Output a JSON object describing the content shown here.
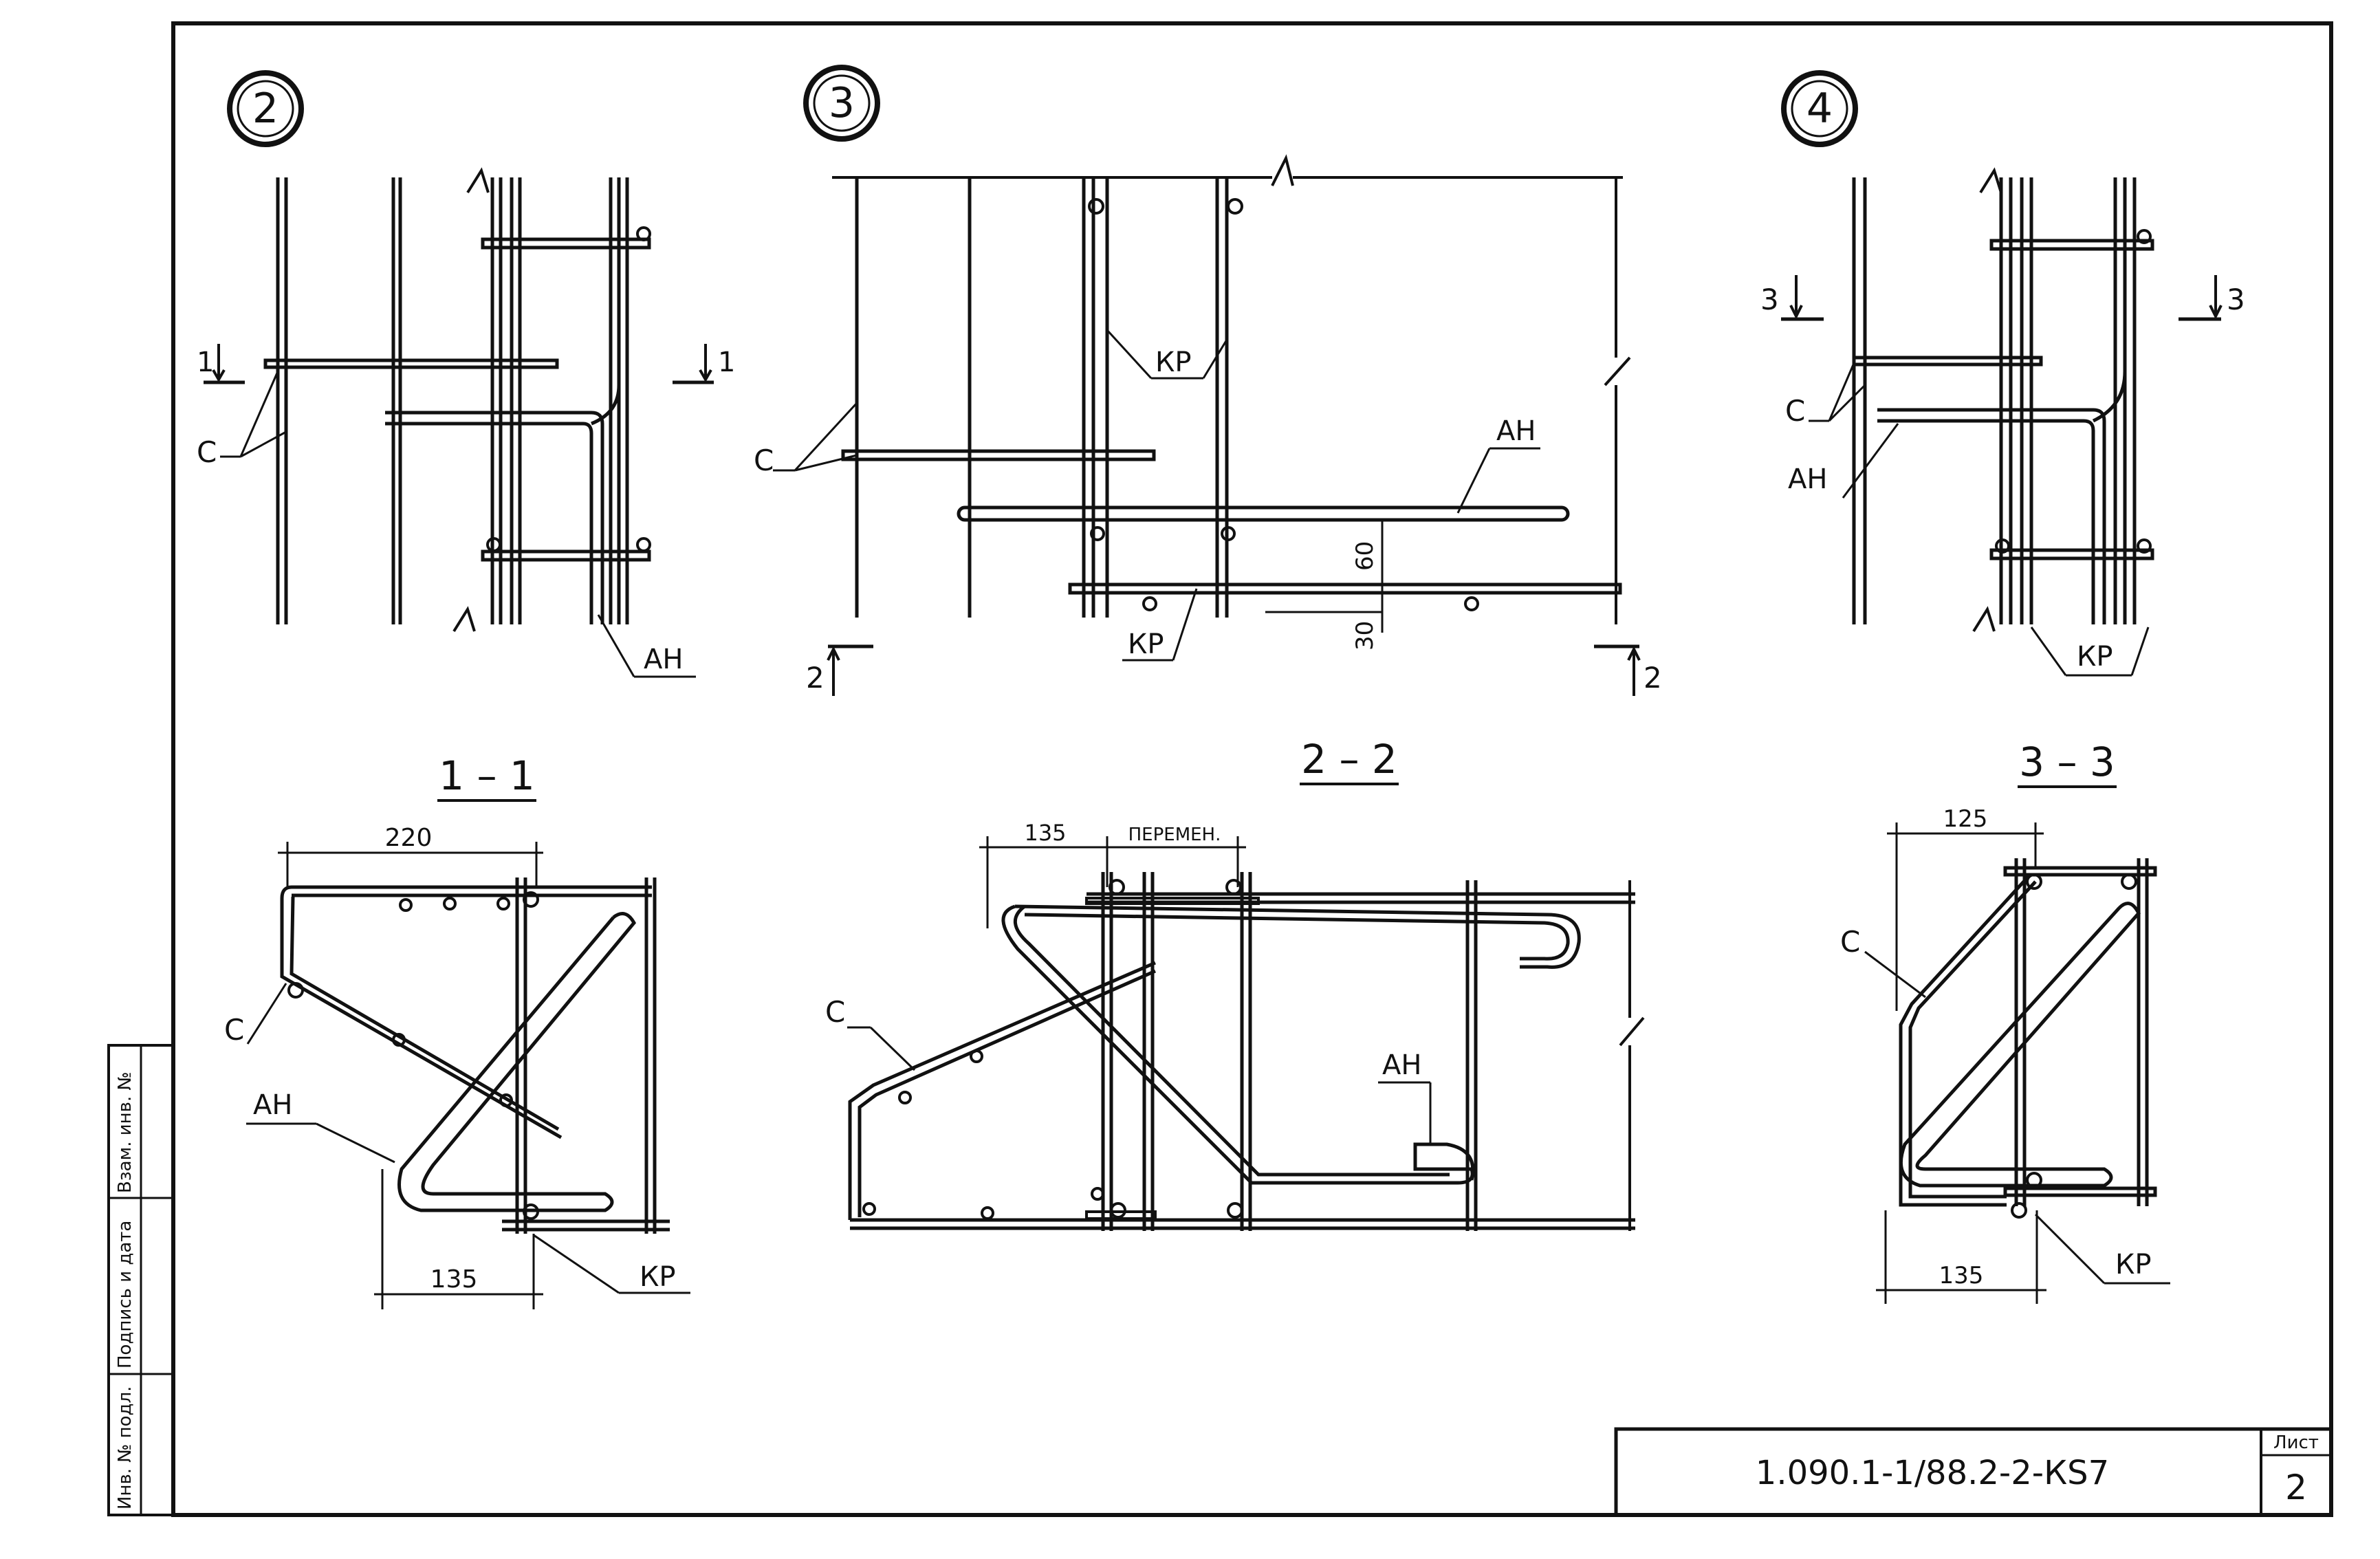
{
  "detail_markers": [
    "2",
    "3",
    "4"
  ],
  "labels": {
    "c": "С",
    "ah": "АН",
    "kp": "КР"
  },
  "cut_marks": {
    "one": "1",
    "two": "2",
    "three": "3"
  },
  "section_titles": {
    "s11": "1 – 1",
    "s22": "2 – 2",
    "s33": "3 – 3"
  },
  "dimensions": {
    "d220": "220",
    "d135": "135",
    "d125": "125",
    "d60": "60",
    "d30": "30",
    "peremen": "ПЕРЕМЕН."
  },
  "side_stamp": {
    "inv_podl": "Инв. № подл.",
    "podpis_data": "Подпись и дата",
    "vzam_inv": "Взам. инв. №"
  },
  "title_block": {
    "code": "1.090.1-1/88.2-2-КS7",
    "sheet_label": "Лист",
    "sheet_number": "2"
  }
}
